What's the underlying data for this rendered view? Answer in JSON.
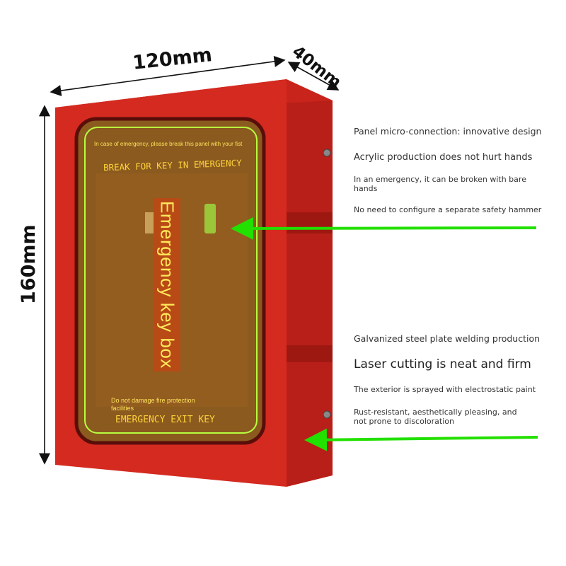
{
  "dimensions": {
    "width": "120mm",
    "depth": "40mm",
    "height": "160mm"
  },
  "box": {
    "panel_instruction": "In case of emergency, please break this panel with your fist",
    "break_sign": "BREAK FOR KEY IN EMERGENCY",
    "vertical_title": "Emergency key box",
    "warning_note": "Do not damage fire protection facilities",
    "exit_sign": "EMERGENCY EXIT KEY"
  },
  "panel_features": {
    "line1": "Panel micro-connection: innovative design",
    "line2": "Acrylic production does not hurt hands",
    "line3": "In an emergency, it can be broken with bare hands",
    "line4": "No need to configure a separate safety hammer"
  },
  "body_features": {
    "line1": "Galvanized steel plate welding production",
    "line2": "Laser cutting is neat and firm",
    "line3": "The exterior is sprayed with electrostatic paint",
    "line4": "Rust-resistant, aesthetically pleasing, and not prone to discoloration"
  },
  "colors": {
    "box_red": "#d42a20",
    "box_side": "#b81f18",
    "glow_green": "#b8ff40",
    "arrow_green": "#22e000",
    "sign_yellow": "#ffd23a"
  }
}
